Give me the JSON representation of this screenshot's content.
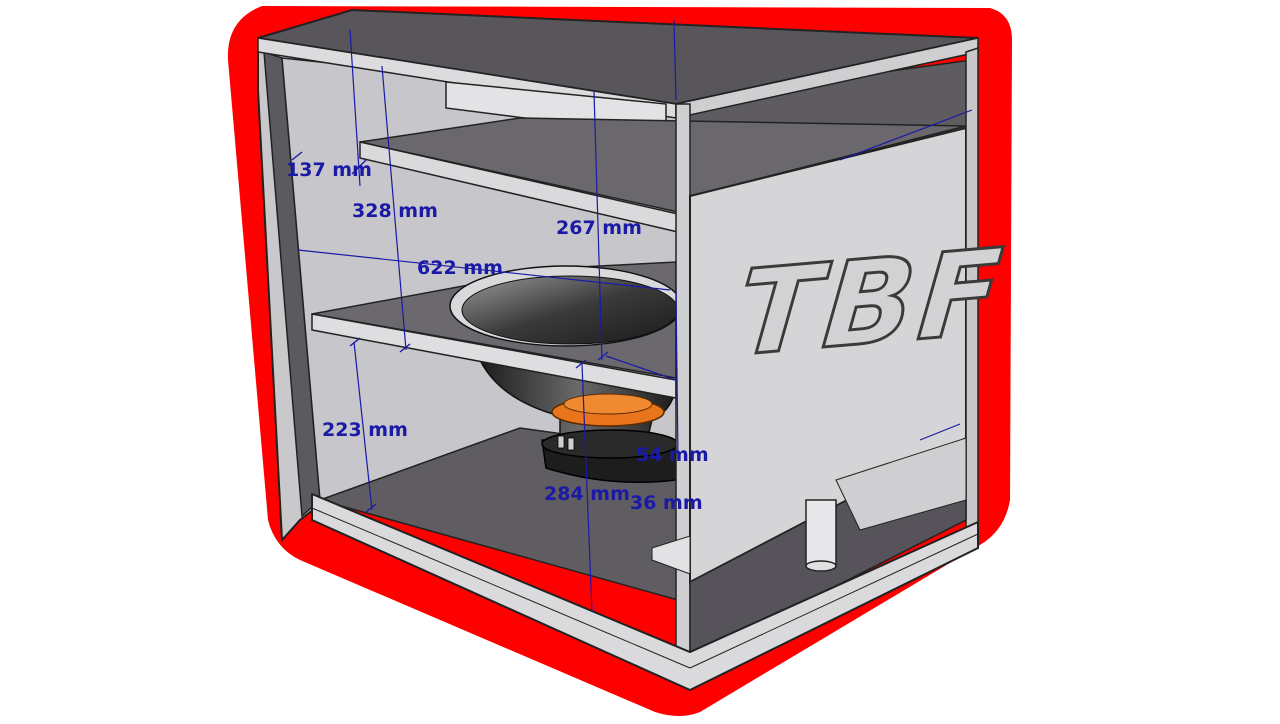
{
  "colors": {
    "outline_red": "#ff0000",
    "panel_light": "#d6d5d8",
    "panel_mid": "#8a888c",
    "panel_dark": "#5d5b5f",
    "dimension_blue": "#1a1aa6",
    "speaker_orange": "#e8741c"
  },
  "logo": {
    "text": "TBF"
  },
  "dimensions": [
    {
      "id": "d137",
      "label": "137 mm"
    },
    {
      "id": "d328",
      "label": "328 mm"
    },
    {
      "id": "d267",
      "label": "267 mm"
    },
    {
      "id": "d622",
      "label": "622 mm"
    },
    {
      "id": "d223",
      "label": "223 mm"
    },
    {
      "id": "d54",
      "label": "54 mm"
    },
    {
      "id": "d284",
      "label": "284 mm"
    },
    {
      "id": "d36",
      "label": "36 mm"
    }
  ]
}
